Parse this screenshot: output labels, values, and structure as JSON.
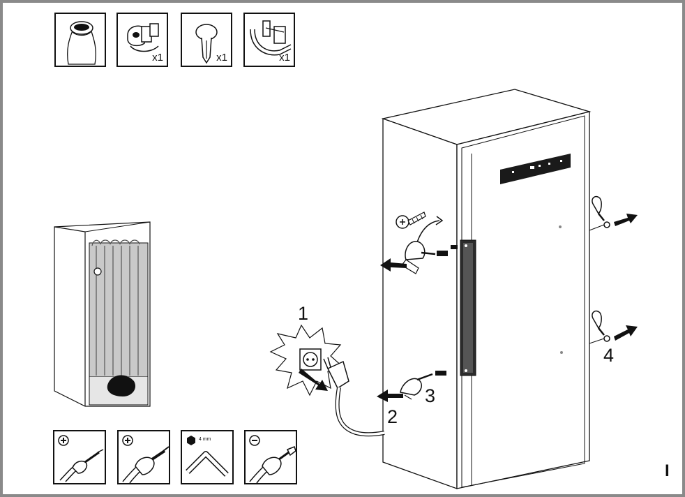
{
  "parts": [
    {
      "icon": "accessory-bag-icon",
      "qty": ""
    },
    {
      "icon": "door-hinge-cap-icon",
      "qty": "x1"
    },
    {
      "icon": "plastic-rivet-icon",
      "qty": "x1"
    },
    {
      "icon": "bracket-clip-icon",
      "qty": "x1"
    }
  ],
  "tools": [
    {
      "icon": "phillips-screwdriver-icon",
      "label": ""
    },
    {
      "icon": "phillips-screwdriver-large-icon",
      "label": ""
    },
    {
      "icon": "hex-key-icon",
      "label": "4 mm"
    },
    {
      "icon": "flat-screwdriver-icon",
      "label": ""
    }
  ],
  "steps": [
    "1",
    "2",
    "3",
    "4"
  ],
  "page_letter": "I",
  "colors": {
    "line": "#111111",
    "frame": "#8a8a8a",
    "shade": "#c9c9c9",
    "panel": "#1a1a1a"
  }
}
